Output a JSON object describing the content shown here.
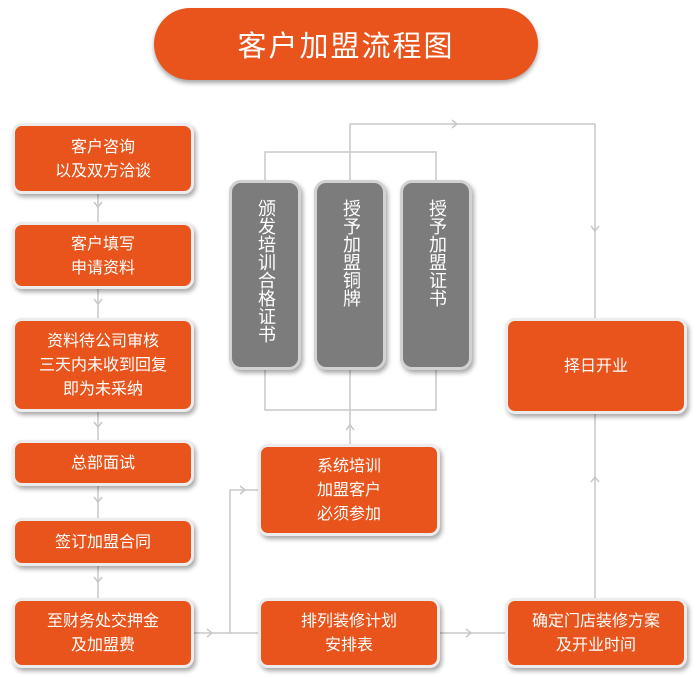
{
  "title": "客户加盟流程图",
  "steps": {
    "consult": {
      "line1": "客户咨询",
      "line2": "以及双方洽谈"
    },
    "apply": {
      "line1": "客户填写",
      "line2": "申请资料"
    },
    "review": {
      "line1": "资料待公司审核",
      "line2": "三天内未收到回复",
      "line3": "即为未采纳"
    },
    "interview": {
      "line1": "总部面试"
    },
    "contract": {
      "line1": "签订加盟合同"
    },
    "payment": {
      "line1": "至财务处交押金",
      "line2": "及加盟费"
    },
    "training": {
      "line1": "系统培训",
      "line2": "加盟客户",
      "line3": "必须参加"
    },
    "schedule": {
      "line1": "排列装修计划",
      "line2": "安排表"
    },
    "decoration": {
      "line1": "确定门店装修方案",
      "line2": "及开业时间"
    },
    "opening": {
      "line1": "择日开业"
    }
  },
  "awards": {
    "certificate": "颁发培训合格证书",
    "bronze_plaque": "授予加盟铜牌",
    "franchise_cert": "授予加盟证书"
  },
  "colors": {
    "accent": "#e8541c",
    "award": "#7c7c7c",
    "connector": "#c8c8c8"
  }
}
